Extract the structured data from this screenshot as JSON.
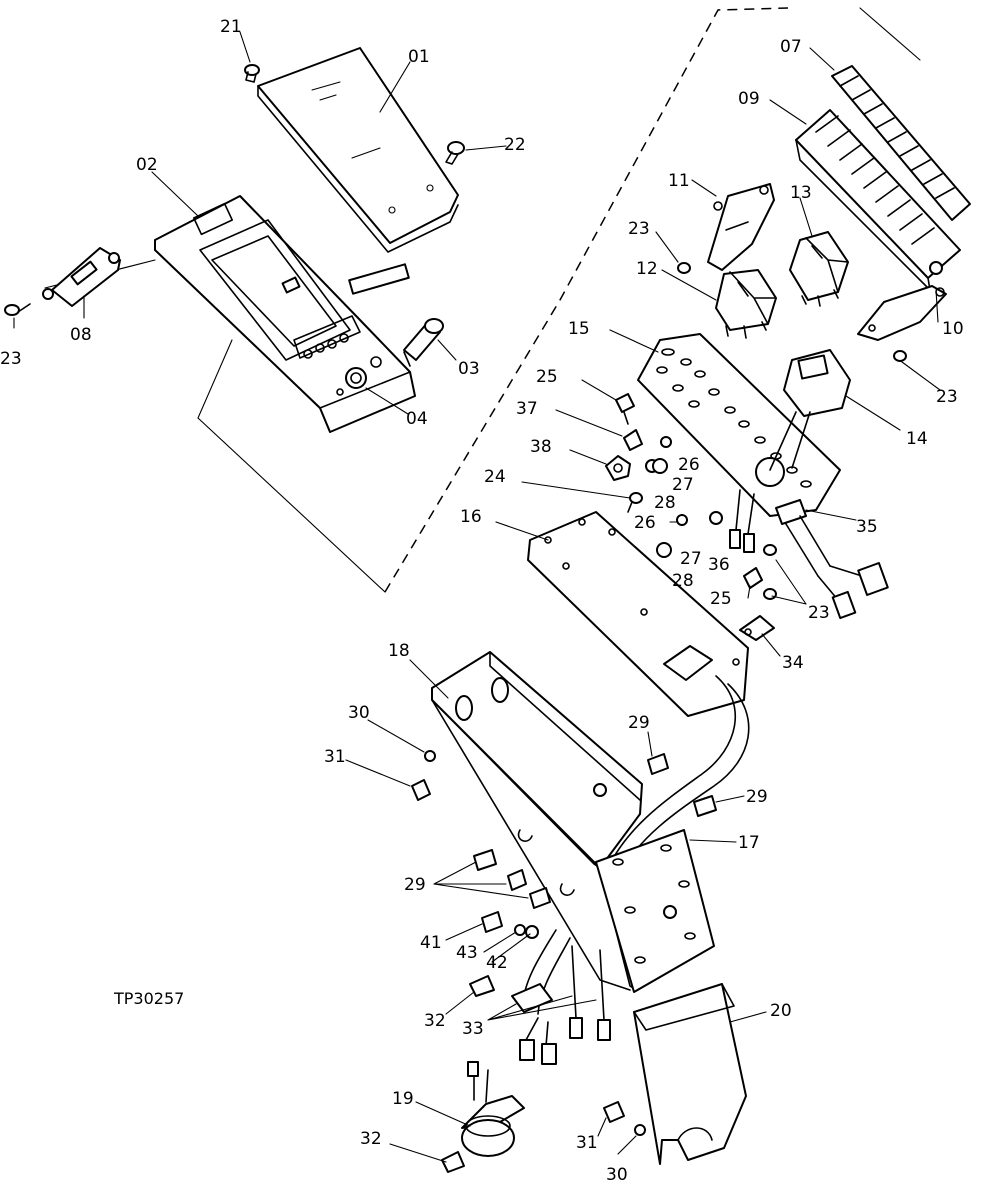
{
  "figure_id": "TP30257",
  "callouts": {
    "c21": "21",
    "c01": "01",
    "c22": "22",
    "c02": "02",
    "c08": "08",
    "c23_left": "23",
    "c03": "03",
    "c04": "04",
    "c07": "07",
    "c09": "09",
    "c11": "11",
    "c13": "13",
    "c23_a": "23",
    "c12": "12",
    "c10": "10",
    "c15": "15",
    "c23_b": "23",
    "c25_a": "25",
    "c37": "37",
    "c14": "14",
    "c38": "38",
    "c26_a": "26",
    "c27_a": "27",
    "c24": "24",
    "c28_a": "28",
    "c35": "35",
    "c16": "16",
    "c26_b": "26",
    "c36": "36",
    "c27_b": "27",
    "c28_b": "28",
    "c25_b": "25",
    "c23_c": "23",
    "c34": "34",
    "c18": "18",
    "c30_a": "30",
    "c29_a": "29",
    "c31_a": "31",
    "c29_b": "29",
    "c17": "17",
    "c29_c": "29",
    "c41": "41",
    "c43": "43",
    "c42": "42",
    "c32_a": "32",
    "c33": "33",
    "c20": "20",
    "c19": "19",
    "c31_b": "31",
    "c32_b": "32",
    "c30_b": "30"
  }
}
